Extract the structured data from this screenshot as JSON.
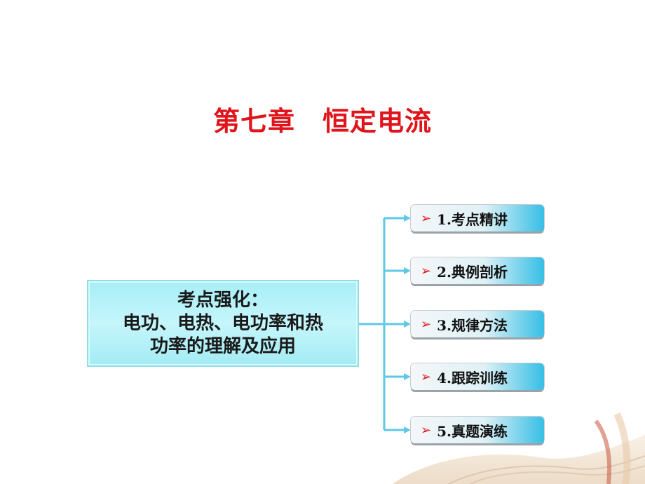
{
  "title": "第七章　恒定电流",
  "main_box": {
    "line1": "考点强化：",
    "line2": "电功、电热、电功率和热",
    "line3": "功率的理解及应用"
  },
  "items": [
    {
      "label": "1.考点精讲",
      "icon": "arrow-right-icon"
    },
    {
      "label": "2.典例剖析",
      "icon": "arrow-right-icon"
    },
    {
      "label": "3.规律方法",
      "icon": "arrow-right-icon"
    },
    {
      "label": "4.跟踪训练",
      "icon": "arrow-right-icon"
    },
    {
      "label": "5.真题演练",
      "icon": "arrow-right-icon"
    }
  ],
  "colors": {
    "title": "#e0141b",
    "box_fill": "#b5f1f8",
    "connector": "#5ec8e6",
    "arrow": "#e0141b"
  }
}
